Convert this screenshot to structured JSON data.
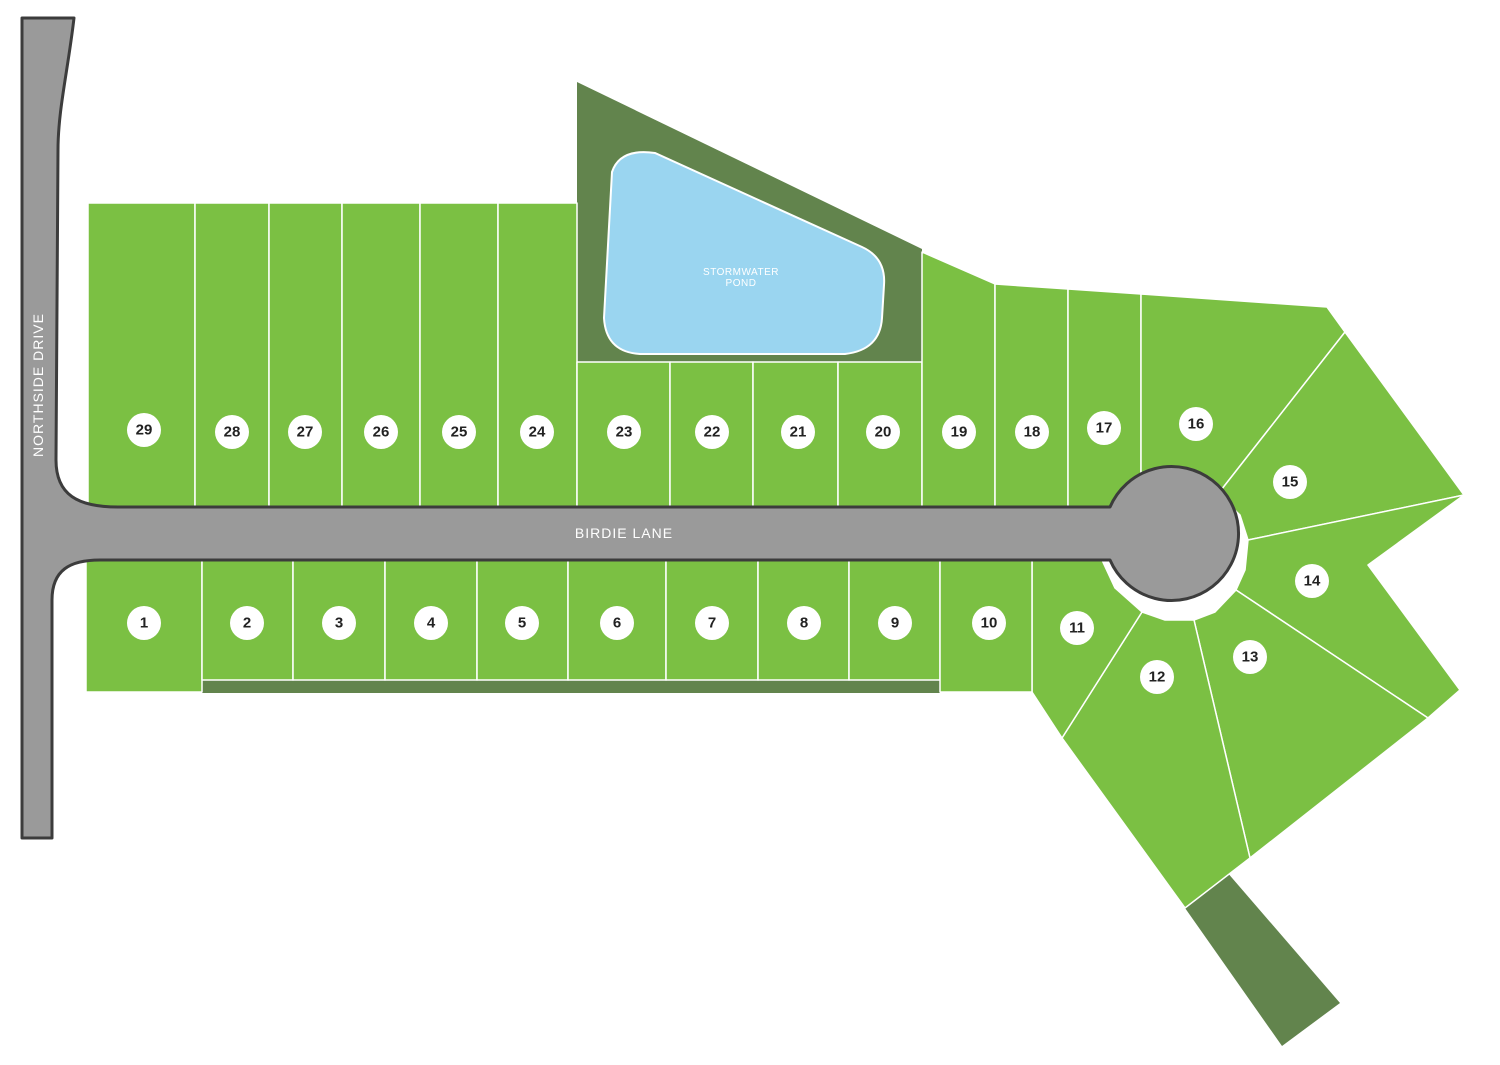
{
  "map": {
    "roads": {
      "main": "BIRDIE LANE",
      "side": "NORTHSIDE DRIVE"
    },
    "pond": {
      "line1": "STORMWATER",
      "line2": "POND"
    },
    "colors": {
      "lot": "#7bc043",
      "common_area": "#62844d",
      "pond": "#9ad5f0",
      "road": "#9a9a9a",
      "road_outline": "#3c3c3c",
      "badge": "#ffffff"
    },
    "lots": [
      "1",
      "2",
      "3",
      "4",
      "5",
      "6",
      "7",
      "8",
      "9",
      "10",
      "11",
      "12",
      "13",
      "14",
      "15",
      "16",
      "17",
      "18",
      "19",
      "20",
      "21",
      "22",
      "23",
      "24",
      "25",
      "26",
      "27",
      "28",
      "29"
    ]
  }
}
